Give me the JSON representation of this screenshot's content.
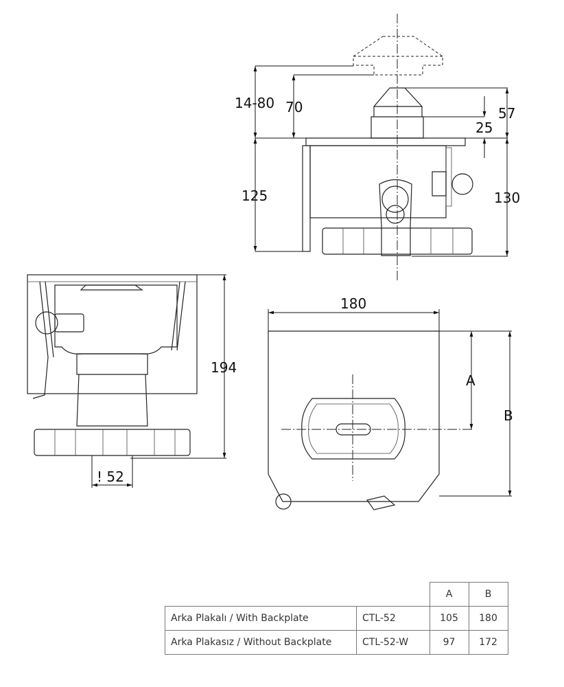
{
  "dimensions": {
    "top_view": {
      "stroke_range": "14-80",
      "height_70": "70",
      "height_57": "57",
      "height_25": "25",
      "height_125": "125",
      "height_130": "130"
    },
    "side_view": {
      "height_194": "194",
      "diameter_52": "! 52"
    },
    "front_view": {
      "width_180": "180",
      "dim_a": "A",
      "dim_b": "B"
    }
  },
  "table": {
    "headers": [
      "A",
      "B"
    ],
    "rows": [
      {
        "description": "Arka Plakalı / With Backplate",
        "code": "CTL-52",
        "a": "105",
        "b": "180"
      },
      {
        "description": "Arka Plakasız / Without Backplate",
        "code": "CTL-52-W",
        "a": "97",
        "b": "172"
      }
    ]
  }
}
